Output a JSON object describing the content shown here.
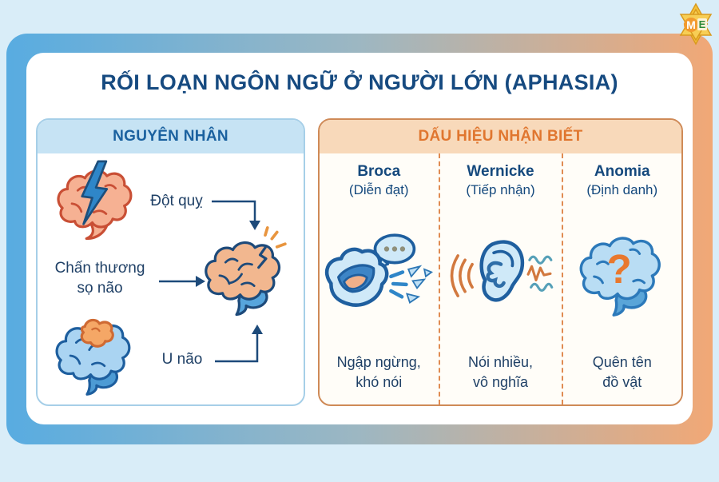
{
  "title": "RỐI LOẠN NGÔN NGỮ Ở NGƯỜI LỚN (APHASIA)",
  "logo": {
    "letter_m": "M",
    "letter_e": "E"
  },
  "causes": {
    "header": "NGUYÊN NHÂN",
    "center_icon": "damaged-brain-icon",
    "items": [
      {
        "label": "Đột quỵ",
        "icon": "brain-lightning-icon"
      },
      {
        "label": "Chấn thương\nsọ não",
        "icon": "none"
      },
      {
        "label": "U não",
        "icon": "brain-tumor-icon"
      }
    ]
  },
  "signs": {
    "header": "DẤU HIỆU NHẬN BIẾT",
    "columns": [
      {
        "name": "Broca",
        "subtitle": "(Diễn đạt)",
        "icon": "mouth-speaking-icon",
        "description": "Ngập ngừng,\nkhó nói"
      },
      {
        "name": "Wernicke",
        "subtitle": "(Tiếp nhận)",
        "icon": "ear-listening-icon",
        "description": "Nói nhiều,\nvô nghĩa"
      },
      {
        "name": "Anomia",
        "subtitle": "(Định danh)",
        "icon": "brain-question-icon",
        "icon_glyph": "?",
        "description": "Quên tên\nđồ vật"
      }
    ]
  },
  "colors": {
    "title_navy": "#164a80",
    "accent_blue": "#2f86c8",
    "accent_orange": "#e0762f",
    "frame_gradient_left": "#58ace1",
    "frame_gradient_right": "#f1a876",
    "causes_header_bg": "#c6e3f4",
    "signs_header_bg": "#f8d9ba"
  }
}
